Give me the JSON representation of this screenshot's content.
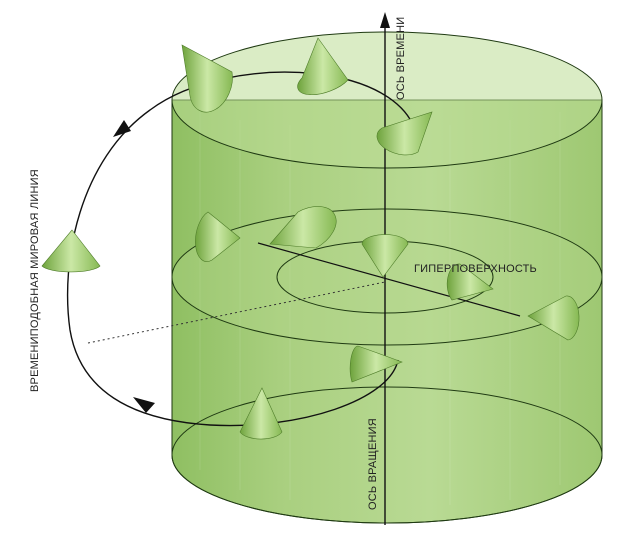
{
  "labels": {
    "time_axis": "ОСЬ ВРЕМЕНИ",
    "rotation_axis": "ОСЬ ВРАЩЕНИЯ",
    "hypersurface": "ГИПЕРПОВЕРХНОСТЬ",
    "timelike_worldline": "ВРЕМЕНИПОДОБНАЯ МИРОВАЯ ЛИНИЯ"
  },
  "colors": {
    "cylinder_fill": "#a9cf7f",
    "cylinder_top": "#bcdc95",
    "cylinder_stroke": "#1f3a12",
    "cone_light": "#c9e6a3",
    "cone_dark": "#7fb24a",
    "line": "#111111"
  }
}
